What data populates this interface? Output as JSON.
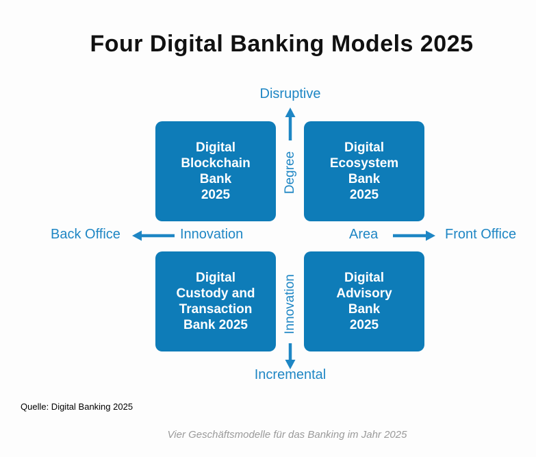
{
  "title": "Four Digital Banking Models 2025",
  "source_note": "Quelle: Digital Banking 2025",
  "caption": "Vier Geschäftsmodelle für das Banking im Jahr 2025",
  "diagram": {
    "type": "2x2-quadrant",
    "vertical_axis": {
      "top_end_label": "Disruptive",
      "bottom_end_label": "Incremental",
      "upper_axis_label": "Degree",
      "lower_axis_label": "Innovation"
    },
    "horizontal_axis": {
      "left_end_label": "Back Office",
      "right_end_label": "Front Office",
      "left_axis_label": "Innovation",
      "right_axis_label": "Area"
    },
    "quadrants": {
      "top_left": "Digital\nBlockchain\nBank\n2025",
      "top_right": "Digital\nEcosystem\nBank\n2025",
      "bottom_left": "Digital\nCustody and\nTransaction\nBank 2025",
      "bottom_right": "Digital\nAdvisory\nBank\n2025"
    }
  },
  "colors": {
    "box_fill": "#0e7cb8",
    "box_text": "#ffffff",
    "axis_blue": "#1e86c4",
    "title_text": "#111111",
    "source_text": "#000000",
    "caption_text": "#9a9a9a"
  }
}
